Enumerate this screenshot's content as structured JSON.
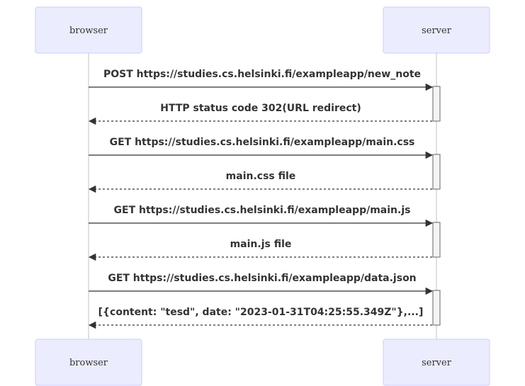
{
  "actors": {
    "left": "browser",
    "right": "server"
  },
  "messages": [
    {
      "text": "POST https://studies.cs.helsinki.fi/exampleapp/new_note",
      "direction": "to-server",
      "style": "solid"
    },
    {
      "text": "HTTP status code 302(URL redirect)",
      "direction": "to-browser",
      "style": "dashed"
    },
    {
      "text": "GET https://studies.cs.helsinki.fi/exampleapp/main.css",
      "direction": "to-server",
      "style": "solid"
    },
    {
      "text": "main.css file",
      "direction": "to-browser",
      "style": "dashed"
    },
    {
      "text": "GET https://studies.cs.helsinki.fi/exampleapp/main.js",
      "direction": "to-server",
      "style": "solid"
    },
    {
      "text": "main.js file",
      "direction": "to-browser",
      "style": "dashed"
    },
    {
      "text": "GET https://studies.cs.helsinki.fi/exampleapp/data.json",
      "direction": "to-server",
      "style": "solid"
    },
    {
      "text": "[{content: \"tesd\", date: \"2023-01-31T04:25:55.349Z\"},...]",
      "direction": "to-browser",
      "style": "dashed"
    }
  ],
  "colors": {
    "actor_fill": "#ECECFF",
    "actor_stroke": "#CCCCFF",
    "lifeline": "#999999",
    "arrow": "#333333",
    "activation_fill": "#F4F4F4",
    "activation_stroke": "#666666"
  }
}
